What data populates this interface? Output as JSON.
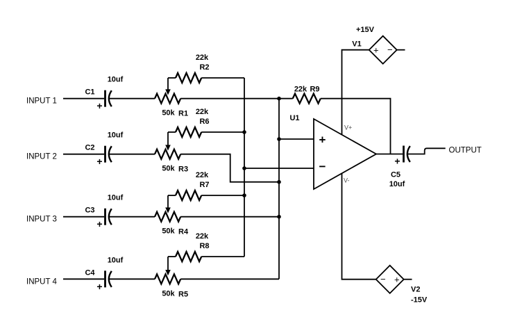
{
  "colors": {
    "background": "#ffffff",
    "wire": "#000000",
    "pin_label": "#4d4d4d"
  },
  "channels": [
    {
      "input_label": "INPUT 1",
      "coupling_cap": {
        "ref": "C1",
        "value": "10uf",
        "polarity": "+"
      },
      "level_pot": {
        "value": "50k",
        "ref": "R1"
      },
      "mix_resistor": {
        "value": "22k",
        "ref": "R2"
      }
    },
    {
      "input_label": "INPUT 2",
      "coupling_cap": {
        "ref": "C2",
        "value": "10uf",
        "polarity": "+"
      },
      "level_pot": {
        "value": "50k",
        "ref": "R3"
      },
      "mix_resistor": {
        "value": "22k",
        "ref": "R6"
      }
    },
    {
      "input_label": "INPUT 3",
      "coupling_cap": {
        "ref": "C3",
        "value": "10uf",
        "polarity": "+"
      },
      "level_pot": {
        "value": "50k",
        "ref": "R4"
      },
      "mix_resistor": {
        "value": "22k",
        "ref": "R7"
      }
    },
    {
      "input_label": "INPUT 4",
      "coupling_cap": {
        "ref": "C4",
        "value": "10uf",
        "polarity": "+"
      },
      "level_pot": {
        "value": "50k",
        "ref": "R5"
      },
      "mix_resistor": {
        "value": "22k",
        "ref": "R8"
      }
    }
  ],
  "opamp": {
    "ref": "U1",
    "noninverting_sign": "+",
    "inverting_sign": "−",
    "vplus_pin": "V+",
    "vminus_pin": "V-"
  },
  "feedback_resistor": {
    "value": "22k",
    "ref": "R9"
  },
  "output": {
    "label": "OUTPUT",
    "coupling_cap": {
      "ref": "C5",
      "value": "10uf",
      "polarity": "+"
    }
  },
  "supplies": {
    "positive": {
      "ref": "V1",
      "value": "+15V",
      "left_sign": "+",
      "right_sign": "−"
    },
    "negative": {
      "ref": "V2",
      "value": "-15V",
      "left_sign": "−",
      "right_sign": "+"
    }
  }
}
